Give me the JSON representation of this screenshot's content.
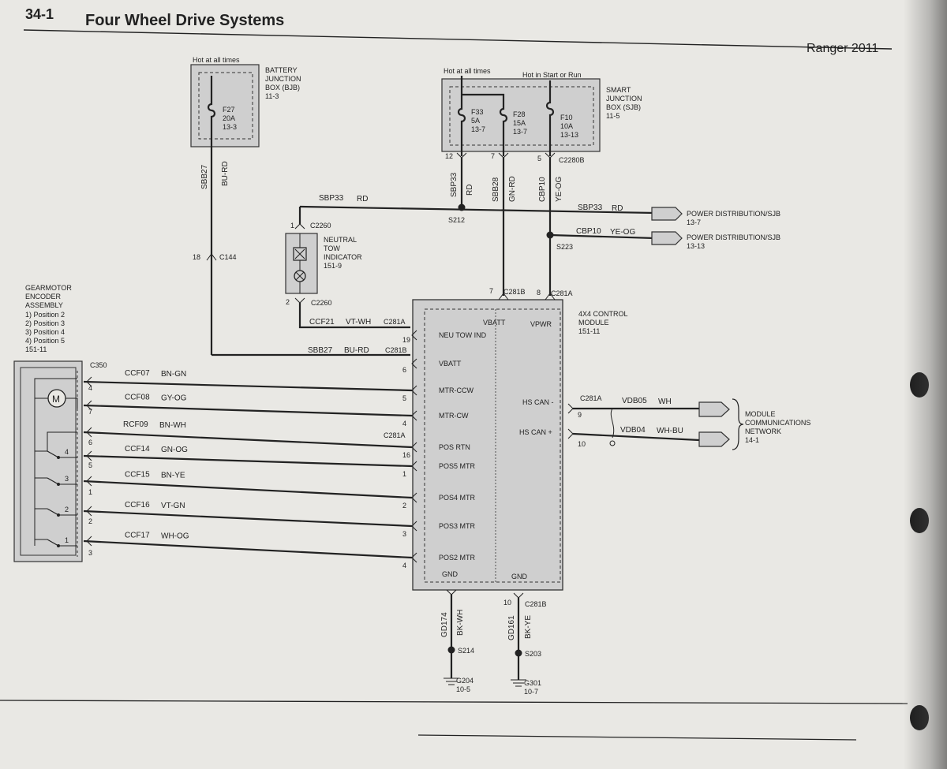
{
  "header": {
    "page_number": "34-1",
    "title": "Four Wheel Drive Systems",
    "model": "Ranger 2011"
  },
  "bjb": {
    "hot_label": "Hot at all times",
    "name": [
      "BATTERY",
      "JUNCTION",
      "BOX (BJB)",
      "11-3"
    ],
    "fuse": [
      "F27",
      "20A",
      "13-3"
    ]
  },
  "sjb": {
    "hot_label": "Hot at all times",
    "start_label": "Hot in Start or Run",
    "name": [
      "SMART",
      "JUNCTION",
      "BOX (SJB)",
      "11-5"
    ],
    "fuses": [
      [
        "F33",
        "5A",
        "13-7"
      ],
      [
        "F28",
        "15A",
        "13-7"
      ],
      [
        "F10",
        "10A",
        "13-13"
      ]
    ],
    "pins": [
      "12",
      "7",
      "5"
    ],
    "connector": "C2280B"
  },
  "wires": {
    "sbb27_v": [
      "SBB27",
      "BU-RD"
    ],
    "sbp33_v": [
      "SBP33",
      "RD"
    ],
    "sbb28_v": [
      "SBB28",
      "GN-RD"
    ],
    "cbp10_v": [
      "CBP10",
      "YE-OG"
    ],
    "sbp33_h": [
      "SBP33",
      "RD"
    ],
    "sbp33_out": [
      "SBP33",
      "RD"
    ],
    "cbp10_out": [
      "CBP10",
      "YE-OG"
    ],
    "ccf21": [
      "CCF21",
      "VT-WH"
    ],
    "sbb27_h": [
      "SBB27",
      "BU-RD"
    ],
    "vdb05": [
      "VDB05",
      "WH"
    ],
    "vdb04": [
      "VDB04",
      "WH-BU"
    ],
    "gd174": [
      "GD174",
      "BK-WH"
    ],
    "gd161": [
      "GD161",
      "BK-YE"
    ]
  },
  "splices": {
    "s212": "S212",
    "s223": "S223",
    "s214": "S214",
    "s203": "S203"
  },
  "power_dist": [
    [
      "POWER DISTRIBUTION/SJB",
      "13-7"
    ],
    [
      "POWER DISTRIBUTION/SJB",
      "13-13"
    ]
  ],
  "neutral_tow": {
    "name": [
      "NEUTRAL",
      "TOW",
      "INDICATOR",
      "151-9"
    ],
    "top_pin": "1",
    "top_conn": "C2260",
    "bot_pin": "2",
    "bot_conn": "C2260"
  },
  "c144": {
    "pin": "18",
    "conn": "C144"
  },
  "module": {
    "name": [
      "4X4 CONTROL",
      "MODULE",
      "151-11"
    ],
    "top_pins": [
      {
        "pin": "7",
        "conn": "C281B"
      },
      {
        "pin": "8",
        "conn": "C281A"
      }
    ],
    "top_labels": [
      "VBATT",
      "VPWR"
    ],
    "left_labels": [
      "NEU TOW IND",
      "VBATT",
      "MTR-CCW",
      "MTR-CW",
      "POS RTN",
      "POS5 MTR",
      "POS4 MTR",
      "POS3 MTR",
      "POS2 MTR"
    ],
    "left_pins": [
      "19",
      "6",
      "5",
      "4",
      "16",
      "1",
      "2",
      "3",
      "4"
    ],
    "left_conns": [
      "C281A",
      "C281B",
      "C281A"
    ],
    "right_labels": [
      "HS CAN -",
      "HS CAN +"
    ],
    "right_pins": [
      "9",
      "10"
    ],
    "right_conn": "C281A",
    "gnd_labels": [
      "GND",
      "GND"
    ],
    "bot_pins": [
      "10"
    ],
    "bot_conn": "C281B"
  },
  "gearmotor": {
    "name": [
      "GEARMOTOR",
      "ENCODER",
      "ASSEMBLY",
      "1) Position 2",
      "2) Position 3",
      "3) Position 4",
      "4) Position 5",
      "151-11"
    ],
    "conn": "C350",
    "motor_label": "M"
  },
  "encoder_wires": [
    {
      "circuit": "CCF07",
      "color": "BN-GN",
      "pin": "4"
    },
    {
      "circuit": "CCF08",
      "color": "GY-OG",
      "pin": "7"
    },
    {
      "circuit": "RCF09",
      "color": "BN-WH",
      "pin": "6"
    },
    {
      "circuit": "CCF14",
      "color": "GN-OG",
      "pin": "5"
    },
    {
      "circuit": "CCF15",
      "color": "BN-YE",
      "pin": "1"
    },
    {
      "circuit": "CCF16",
      "color": "VT-GN",
      "pin": "2"
    },
    {
      "circuit": "CCF17",
      "color": "WH-OG",
      "pin": "3"
    }
  ],
  "switch_numbers": [
    "4",
    "3",
    "2",
    "1"
  ],
  "network": [
    "MODULE",
    "COMMUNICATIONS",
    "NETWORK",
    "14-1"
  ],
  "grounds": [
    [
      "G204",
      "10-5"
    ],
    [
      "G301",
      "10-7"
    ]
  ]
}
